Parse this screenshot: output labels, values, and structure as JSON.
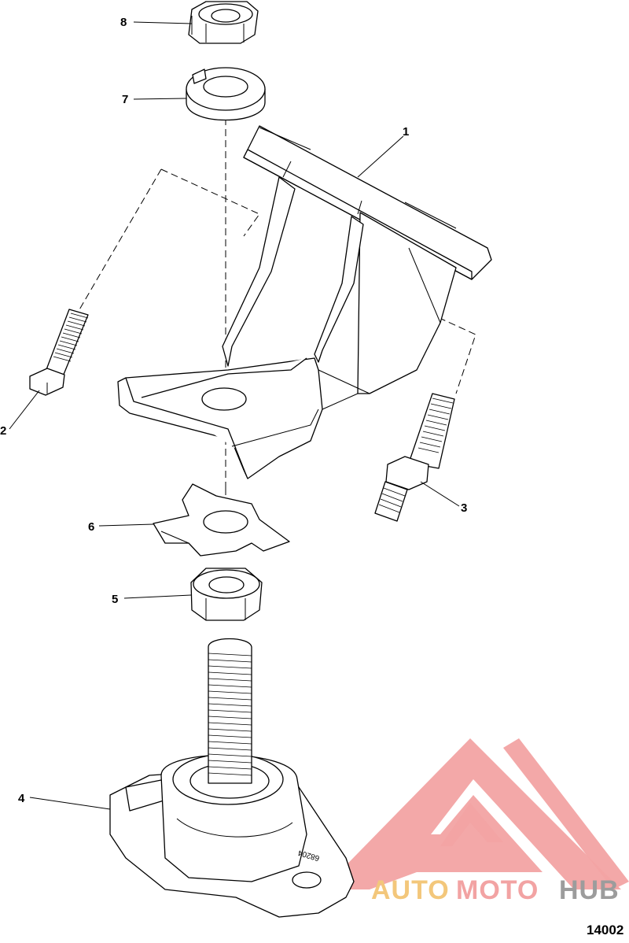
{
  "figure": {
    "figure_number": "14002",
    "callouts": [
      "1",
      "2",
      "3",
      "4",
      "5",
      "6",
      "7",
      "8"
    ]
  },
  "watermark": {
    "parts": [
      "AUTO",
      "MOTO",
      "HUB"
    ],
    "colors": {
      "triangle": "#f2a3a3",
      "auto": "#f3c77b",
      "moto": "#f2a3a3",
      "hub": "#9c9c9c"
    }
  },
  "part_marking": "68204"
}
